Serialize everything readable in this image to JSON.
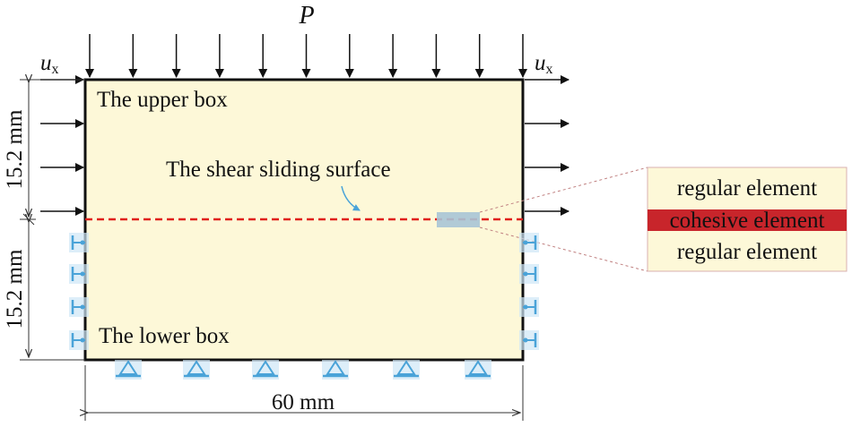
{
  "load": {
    "symbol": "P"
  },
  "displacement": {
    "left_symbol": "u",
    "left_sub": "x",
    "right_symbol": "u",
    "right_sub": "x"
  },
  "box": {
    "upper_label": "The upper box",
    "lower_label": "The lower box",
    "surface_label": "The shear sliding surface"
  },
  "dimensions": {
    "upper_height": "15.2 mm",
    "lower_height": "15.2 mm",
    "width": "60 mm"
  },
  "detail": {
    "top_label": "regular element",
    "middle_label": "cohesive element",
    "bottom_label": "regular element"
  },
  "colors": {
    "box_fill": "#fdf8d8",
    "shear_line": "#e0201c",
    "cohesive_band": "#c8252b",
    "support": "#4aa3d8",
    "support_glow": "#cfe7f7",
    "highlight_patch": "#a8c4d6"
  }
}
